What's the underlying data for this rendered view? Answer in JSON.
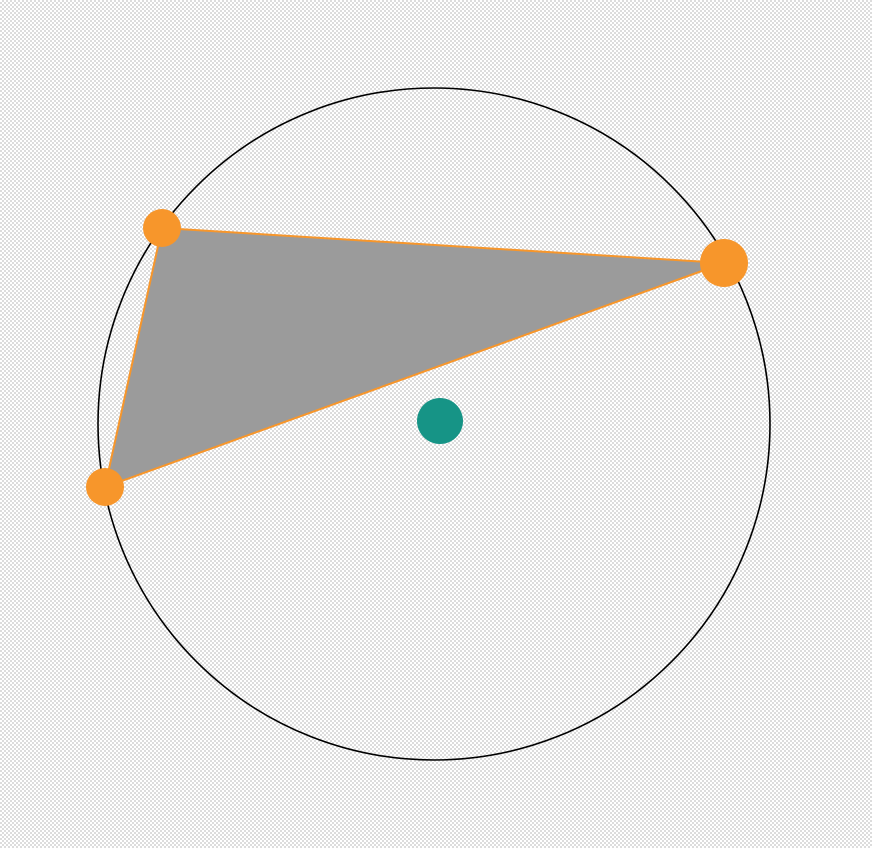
{
  "diagram": {
    "colors": {
      "circle_stroke": "#000000",
      "triangle_fill": "#9b9b9b",
      "triangle_stroke": "#f7962b",
      "vertex_fill": "#f7962b",
      "center_fill": "#169486"
    },
    "shapes": [
      "circumcircle",
      "triangle",
      "vertex-a",
      "vertex-b",
      "vertex-c",
      "center-point"
    ]
  }
}
